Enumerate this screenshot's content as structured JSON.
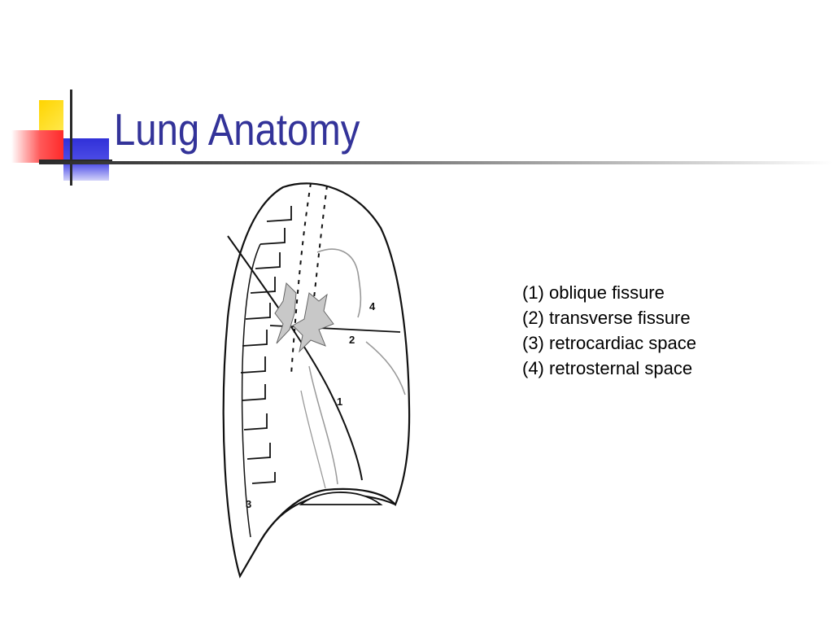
{
  "slide": {
    "title": "Lung Anatomy"
  },
  "diagram": {
    "labels": {
      "oblique_fissure": "1",
      "transverse_fissure": "2",
      "retrocardiac_space": "3",
      "retrosternal_space": "4"
    }
  },
  "legend": {
    "items": [
      "(1) oblique fissure",
      "(2) transverse fissure",
      "(3) retrocardiac space",
      "(4) retrosternal space"
    ]
  }
}
